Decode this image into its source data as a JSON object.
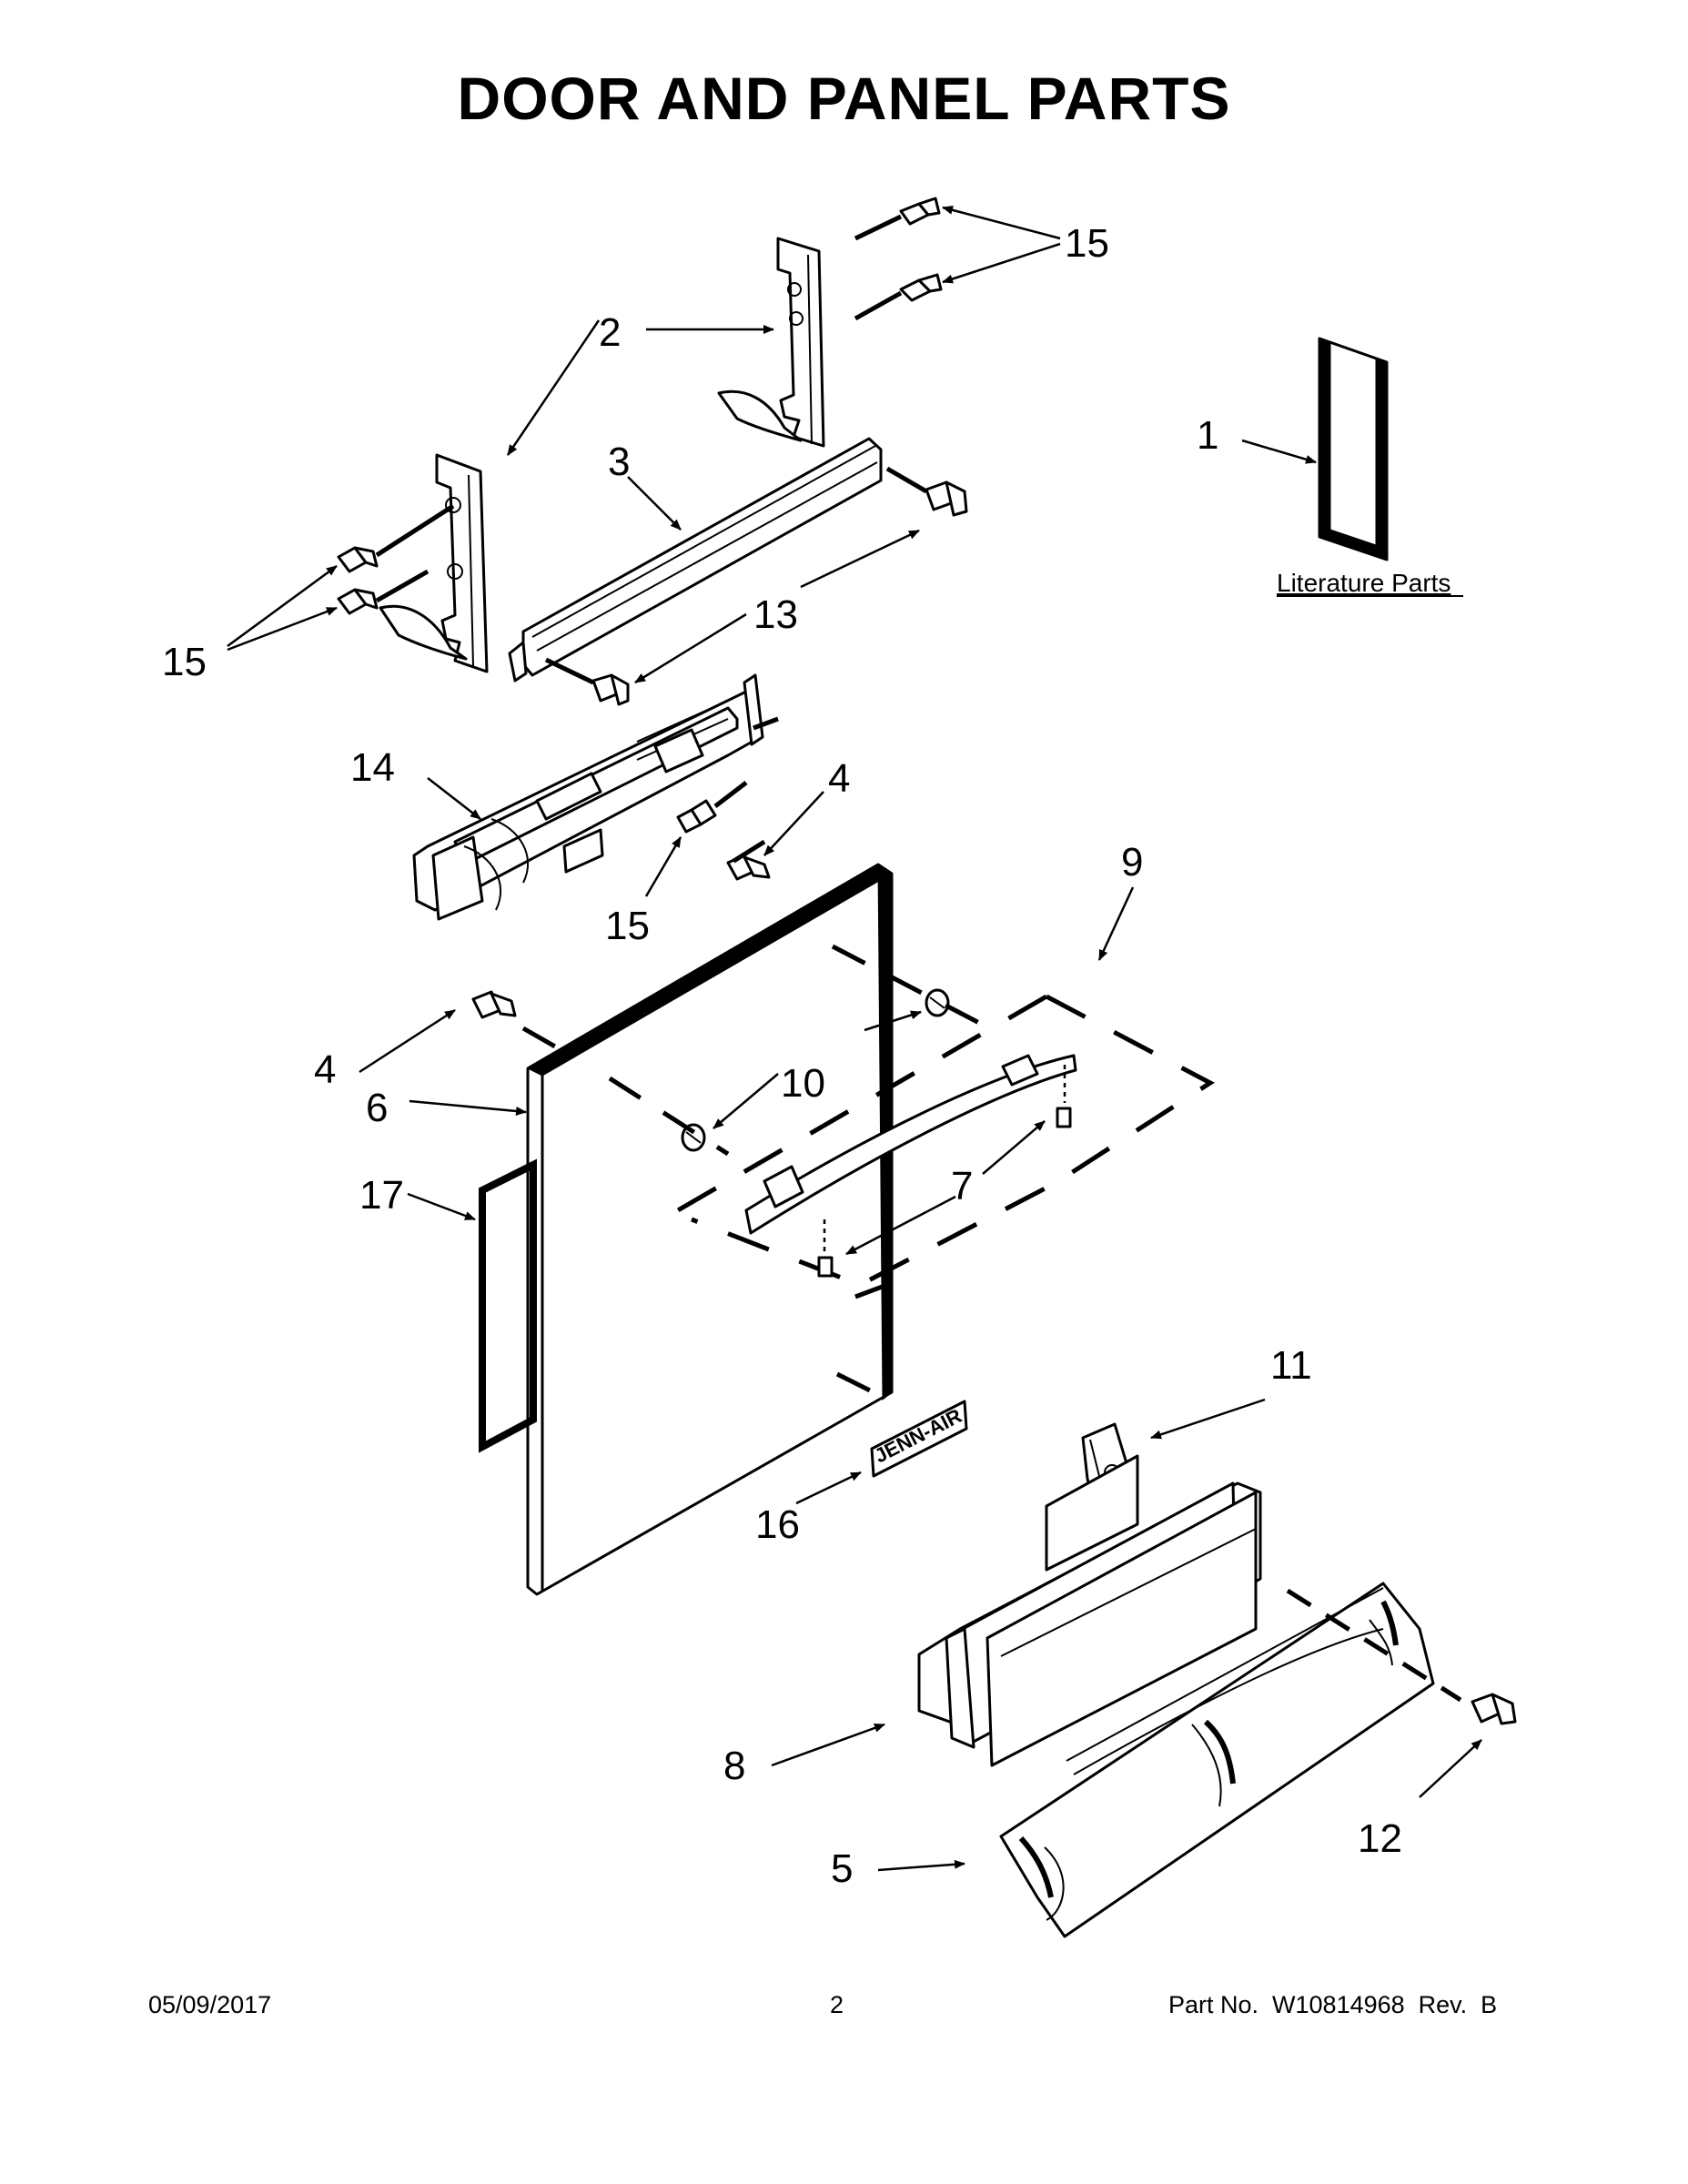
{
  "page": {
    "title": "DOOR AND PANEL PARTS",
    "literature_label": "Literature Parts",
    "footer": {
      "date": "05/09/2017",
      "page_number": "2",
      "part_number": "Part No.  W10814968  Rev.  B"
    }
  },
  "callouts": {
    "c1": "1",
    "c2": "2",
    "c3": "3",
    "c4a": "4",
    "c4b": "4",
    "c5": "5",
    "c6": "6",
    "c7": "7",
    "c8": "8",
    "c9": "9",
    "c10": "10",
    "c11": "11",
    "c12": "12",
    "c13": "13",
    "c14": "14",
    "c15a": "15",
    "c15b": "15",
    "c15c": "15",
    "c16": "16",
    "c17": "17"
  },
  "logo_text": "JENN-AIR"
}
